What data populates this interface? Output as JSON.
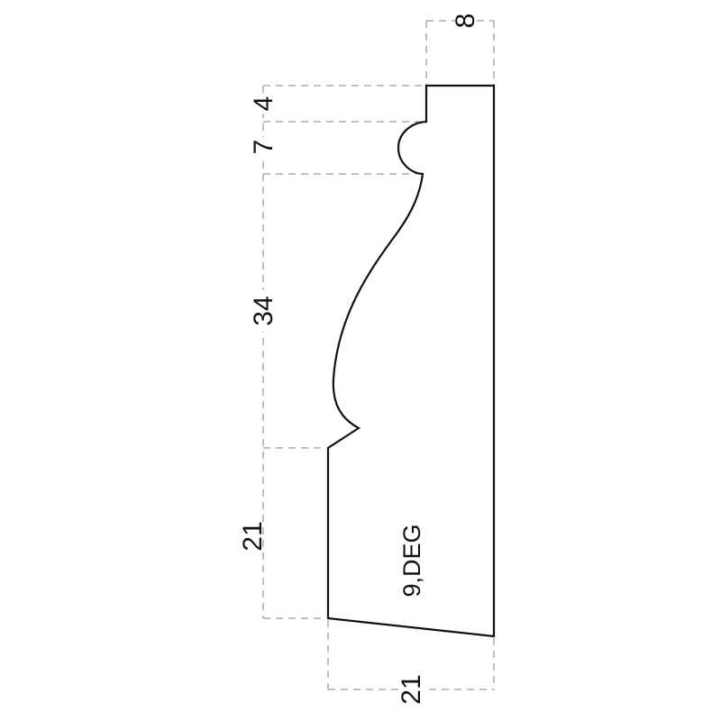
{
  "dimensions": {
    "top_width": "8",
    "left_segments": [
      "4",
      "7",
      "34",
      "21"
    ],
    "bottom_width": "21"
  },
  "annotation": "9,DEG",
  "colors": {
    "profile": "#111111",
    "dimension_lines": "#aaaaaa"
  }
}
